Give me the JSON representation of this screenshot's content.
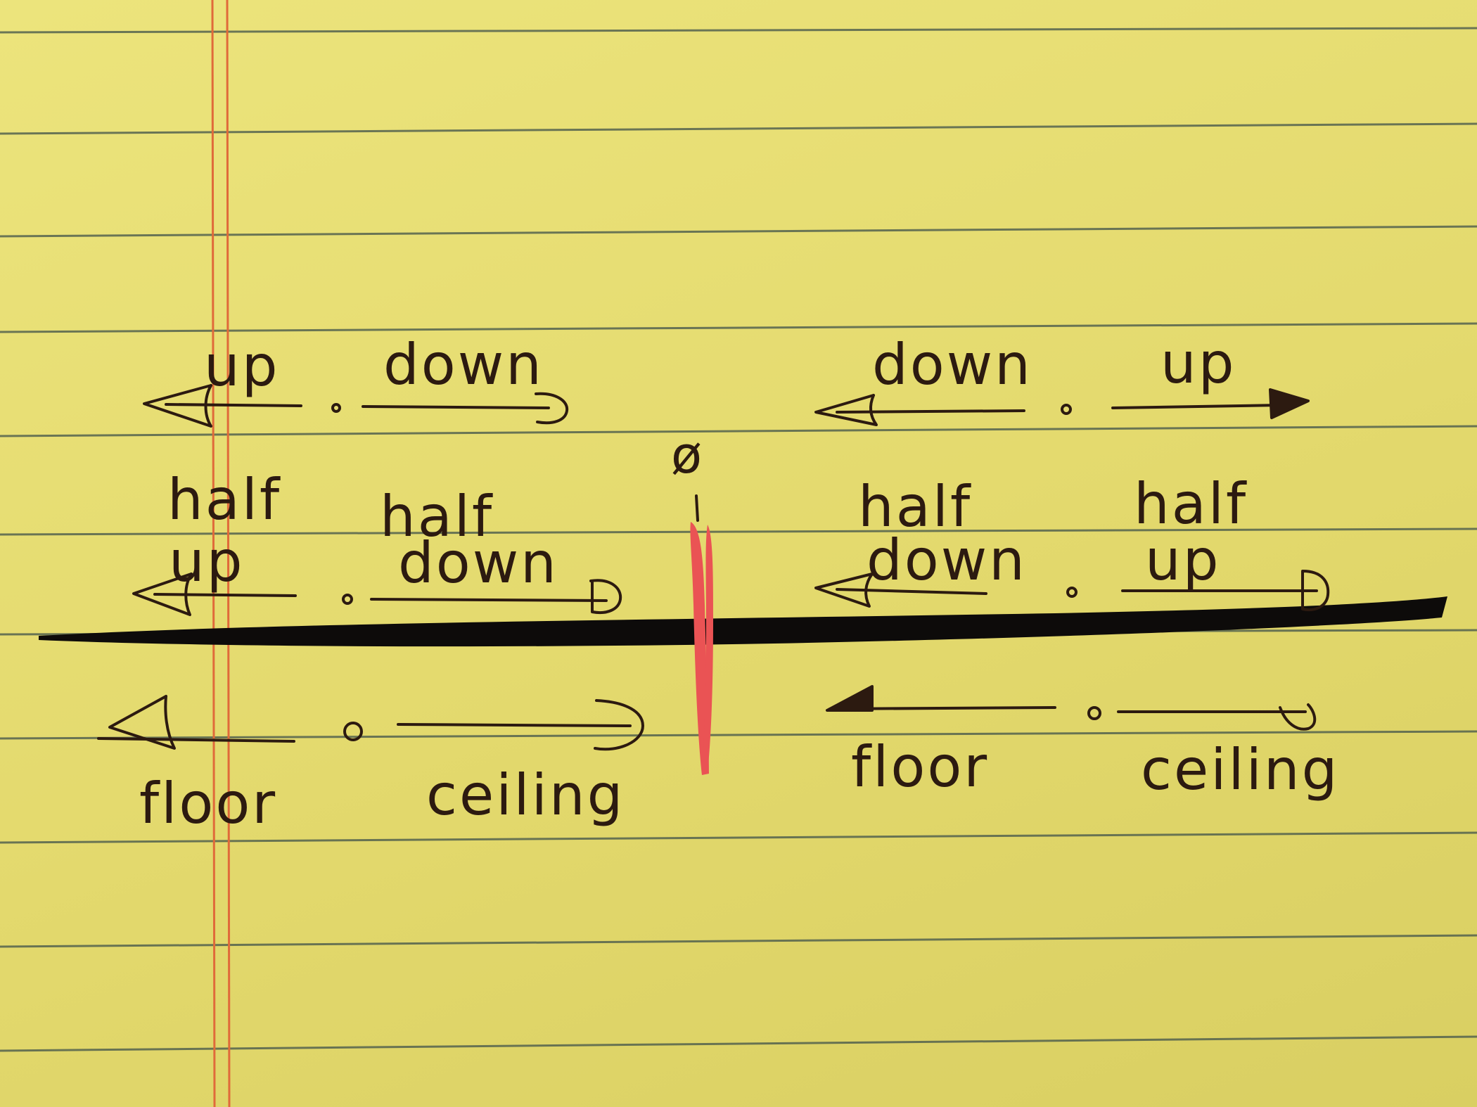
{
  "colors": {
    "paper": "#e8df74",
    "rule_line": "#4a5a4c",
    "margin_line": "#e06a3a",
    "ink": "#2c1a10",
    "marker_black": "#0d0b0a",
    "marker_red": "#ea5354"
  },
  "center_symbol": "ø",
  "blocks": {
    "upper_left": {
      "left_label": "up",
      "right_label": "down"
    },
    "upper_right": {
      "left_label": "down",
      "right_label": "up"
    },
    "middle_left": {
      "left_label_top": "half",
      "left_label": "up",
      "right_label_top": "half",
      "right_label": "down"
    },
    "middle_right": {
      "left_label_top": "half",
      "left_label": "down",
      "right_label_top": "half",
      "right_label": "up"
    },
    "lower_left": {
      "left_label": "floor",
      "right_label": "ceiling"
    },
    "lower_right": {
      "left_label": "floor",
      "right_label": "ceiling"
    }
  }
}
